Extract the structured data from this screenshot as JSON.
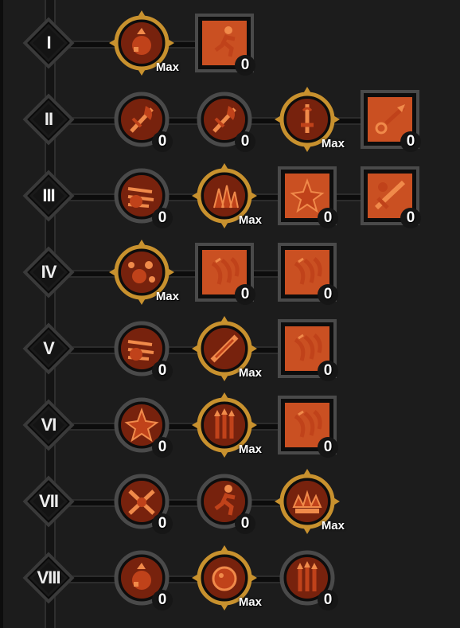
{
  "tiers": [
    {
      "label": "I",
      "skills": [
        {
          "shape": "round",
          "frame": "gold",
          "motif": "fire",
          "count": "Max"
        },
        {
          "shape": "square",
          "frame": "dark",
          "motif": "runner",
          "count": "0"
        }
      ]
    },
    {
      "label": "II",
      "skills": [
        {
          "shape": "round",
          "frame": "dark",
          "motif": "axe",
          "count": "0"
        },
        {
          "shape": "round",
          "frame": "dark",
          "motif": "axe",
          "count": "0"
        },
        {
          "shape": "round",
          "frame": "gold",
          "motif": "sword",
          "count": "Max"
        },
        {
          "shape": "square",
          "frame": "dark",
          "motif": "throw",
          "count": "0"
        }
      ]
    },
    {
      "label": "III",
      "skills": [
        {
          "shape": "round",
          "frame": "dark",
          "motif": "dash",
          "count": "0"
        },
        {
          "shape": "round",
          "frame": "gold",
          "motif": "spikes",
          "count": "Max"
        },
        {
          "shape": "square",
          "frame": "dark",
          "motif": "star",
          "count": "0"
        },
        {
          "shape": "square",
          "frame": "dark",
          "motif": "slash",
          "count": "0"
        }
      ]
    },
    {
      "label": "IV",
      "skills": [
        {
          "shape": "round",
          "frame": "gold",
          "motif": "burst",
          "count": "Max"
        },
        {
          "shape": "square",
          "frame": "dark",
          "motif": "claw",
          "count": "0"
        },
        {
          "shape": "square",
          "frame": "dark",
          "motif": "claw",
          "count": "0"
        }
      ]
    },
    {
      "label": "V",
      "skills": [
        {
          "shape": "round",
          "frame": "dark",
          "motif": "dash",
          "count": "0"
        },
        {
          "shape": "round",
          "frame": "gold",
          "motif": "blade",
          "count": "Max"
        },
        {
          "shape": "square",
          "frame": "dark",
          "motif": "claw",
          "count": "0"
        }
      ]
    },
    {
      "label": "VI",
      "skills": [
        {
          "shape": "round",
          "frame": "dark",
          "motif": "star",
          "count": "0"
        },
        {
          "shape": "round",
          "frame": "gold",
          "motif": "arrows",
          "count": "Max"
        },
        {
          "shape": "square",
          "frame": "dark",
          "motif": "claw",
          "count": "0"
        }
      ]
    },
    {
      "label": "VII",
      "skills": [
        {
          "shape": "round",
          "frame": "dark",
          "motif": "cross",
          "count": "0"
        },
        {
          "shape": "round",
          "frame": "dark",
          "motif": "runner",
          "count": "0"
        },
        {
          "shape": "round",
          "frame": "gold",
          "motif": "crown",
          "count": "Max"
        }
      ]
    },
    {
      "label": "VIII",
      "skills": [
        {
          "shape": "round",
          "frame": "dark",
          "motif": "fire",
          "count": "0"
        },
        {
          "shape": "round",
          "frame": "gold",
          "motif": "orb",
          "count": "Max"
        },
        {
          "shape": "round",
          "frame": "dark",
          "motif": "arrows",
          "count": "0"
        }
      ]
    }
  ],
  "colors": {
    "background": "#1c1c1c",
    "gold_frame": "#c8912e",
    "dark_frame": "#4a4a4a",
    "icon_fill": "#c0421a",
    "icon_highlight": "#f08a4a"
  }
}
